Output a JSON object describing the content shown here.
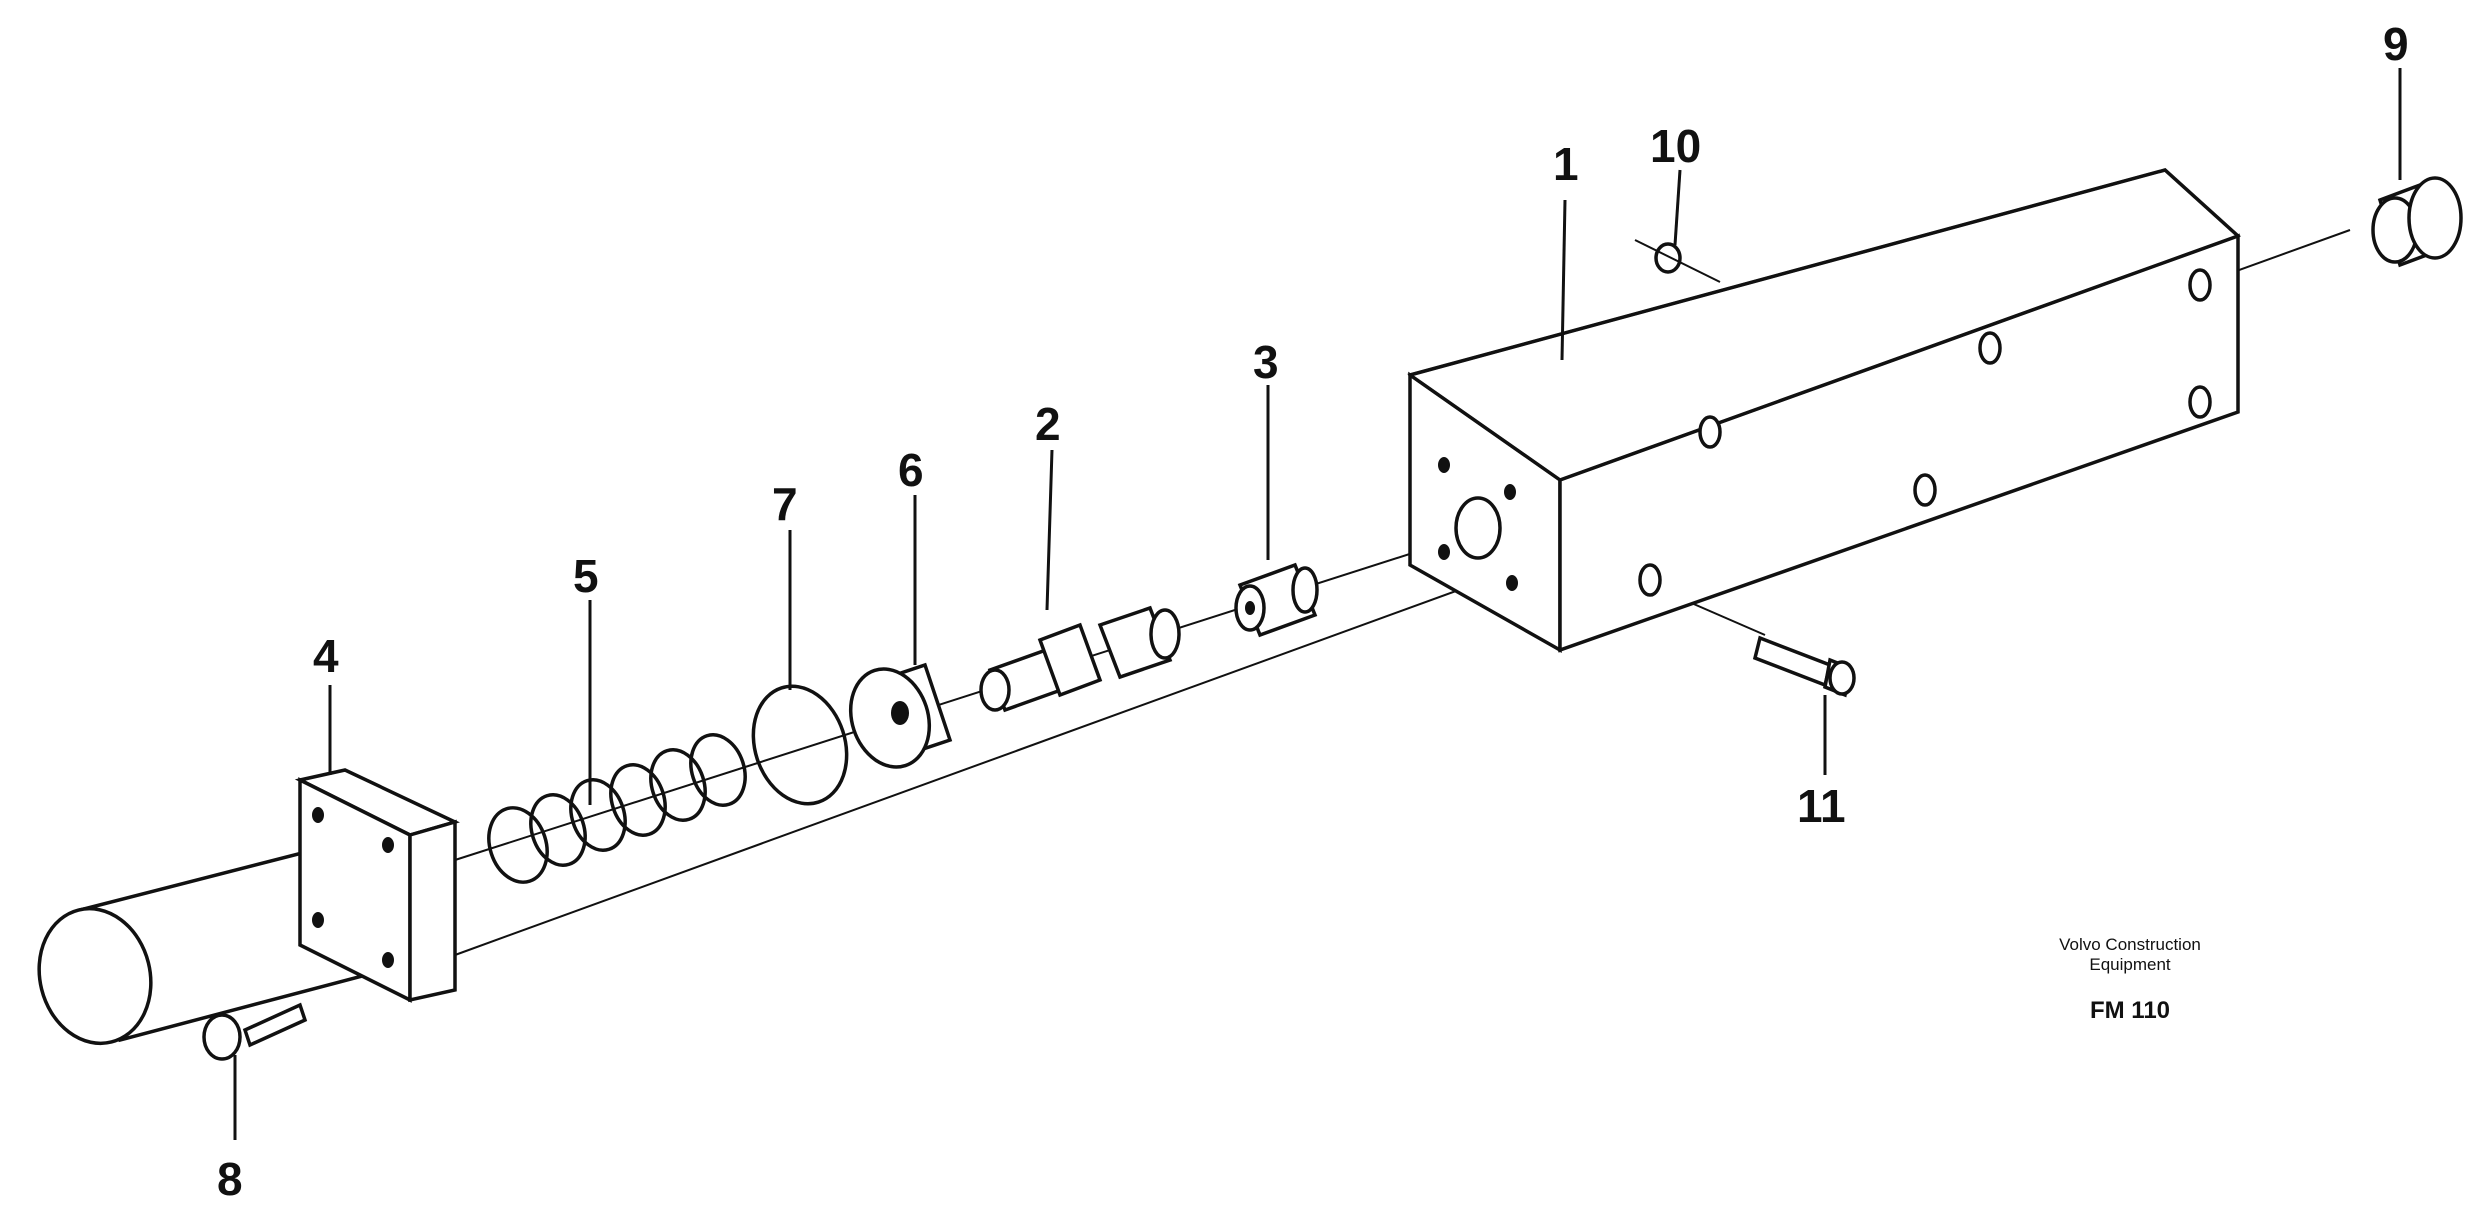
{
  "callouts": [
    "1",
    "2",
    "3",
    "4",
    "5",
    "6",
    "7",
    "8",
    "9",
    "10",
    "11"
  ],
  "brand": {
    "line1": "Volvo Construction",
    "line2": "Equipment",
    "code": "FM 110"
  }
}
